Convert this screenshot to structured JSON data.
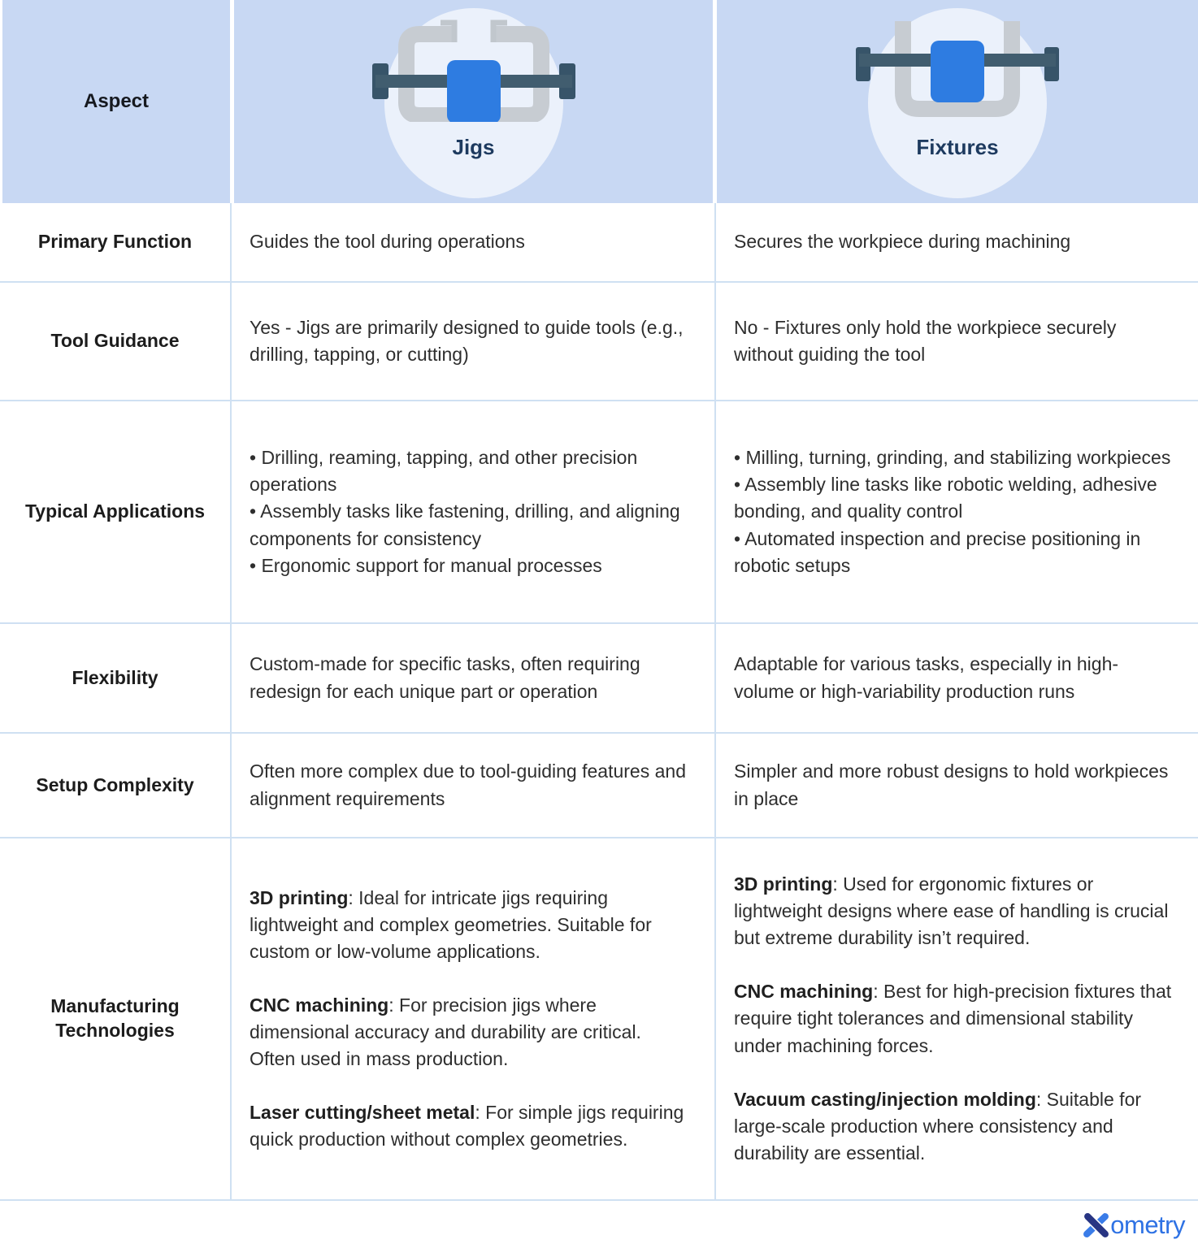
{
  "table": {
    "header": {
      "aspect_label": "Aspect",
      "columns": [
        {
          "label": "Jigs",
          "icon": "jig-clamp-icon"
        },
        {
          "label": "Fixtures",
          "icon": "fixture-clamp-icon"
        }
      ]
    },
    "rows": [
      {
        "aspect": "Primary Function",
        "jigs": {
          "type": "text",
          "text": "Guides the tool during operations"
        },
        "fixtures": {
          "type": "text",
          "text": "Secures the workpiece during machining"
        }
      },
      {
        "aspect": "Tool Guidance",
        "jigs": {
          "type": "text",
          "text": "Yes - Jigs are primarily designed to guide tools (e.g., drilling, tapping, or cutting)"
        },
        "fixtures": {
          "type": "text",
          "text": "No - Fixtures only hold the workpiece securely without guiding the tool"
        }
      },
      {
        "aspect": "Typical Applications",
        "jigs": {
          "type": "bullets",
          "items": [
            "Drilling, reaming, tapping, and other precision operations",
            "Assembly tasks like fastening, drilling, and aligning components for consistency",
            "Ergonomic support for manual processes"
          ]
        },
        "fixtures": {
          "type": "bullets",
          "items": [
            "Milling, turning, grinding, and stabilizing workpieces",
            "Assembly line tasks like robotic welding, adhesive bonding, and quality control",
            "Automated inspection and precise positioning in robotic setups"
          ]
        }
      },
      {
        "aspect": "Flexibility",
        "jigs": {
          "type": "text",
          "text": "Custom-made for specific tasks, often requiring redesign for each unique part or operation"
        },
        "fixtures": {
          "type": "text",
          "text": "Adaptable for various tasks, especially in high-volume or high-variability production runs"
        }
      },
      {
        "aspect": "Setup Complexity",
        "jigs": {
          "type": "text",
          "text": "Often more complex due to tool-guiding features and alignment requirements"
        },
        "fixtures": {
          "type": "text",
          "text": "Simpler and more robust designs to hold workpieces in place"
        }
      },
      {
        "aspect": "Manufacturing Technologies",
        "jigs": {
          "type": "paragraphs",
          "items": [
            {
              "lead": "3D printing",
              "text": "Ideal for intricate jigs requiring lightweight and complex geometries. Suitable for custom or low-volume applications."
            },
            {
              "lead": "CNC machining",
              "text": "For precision jigs where dimensional accuracy and durability are critical. Often used in mass production."
            },
            {
              "lead": "Laser cutting/sheet metal",
              "text": "For simple jigs requiring quick production without complex geometries."
            }
          ]
        },
        "fixtures": {
          "type": "paragraphs",
          "items": [
            {
              "lead": "3D printing",
              "text": "Used for ergonomic fixtures or lightweight designs where ease of handling is crucial but extreme durability isn’t required."
            },
            {
              "lead": "CNC machining",
              "text": "Best for high-precision fixtures that require tight tolerances and dimensional stability under machining forces."
            },
            {
              "lead": "Vacuum casting/injection molding",
              "text": "Suitable for large-scale production where consistency and durability are essential."
            }
          ]
        }
      }
    ]
  },
  "footer": {
    "brand": "Xometry",
    "brand_rest": "ometry"
  },
  "colors": {
    "header_bg": "#c8d8f3",
    "header_circle": "#ebf1fb",
    "header_label": "#1d3a5f",
    "icon_gray": "#c7ccd2",
    "icon_rod": "#415d6f",
    "icon_rod_cap": "#375469",
    "icon_blue": "#2e7ce1",
    "row_border": "#cfe0f2",
    "body_text": "#2e2e2e",
    "brand_blue": "#2e72e4",
    "brand_navy": "#283583"
  }
}
